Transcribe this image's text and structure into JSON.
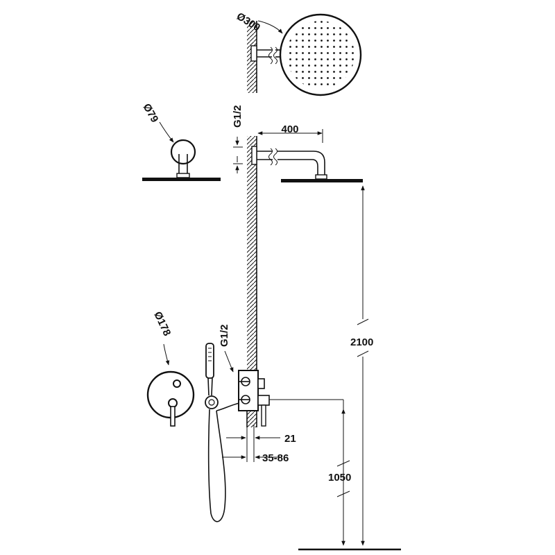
{
  "diagram": {
    "labels": {
      "head_diameter": "Ø300",
      "arm_flange_diameter": "Ø79",
      "mixer_plate_diameter": "Ø178",
      "top_connection": "G1/2",
      "bottom_connection": "G1/2",
      "arm_length": "400",
      "head_height": "2100",
      "mixer_height": "1050",
      "wall_gap": "21",
      "embed_depth": "35-86"
    }
  },
  "colors": {
    "line": "#111111",
    "background": "#ffffff"
  }
}
